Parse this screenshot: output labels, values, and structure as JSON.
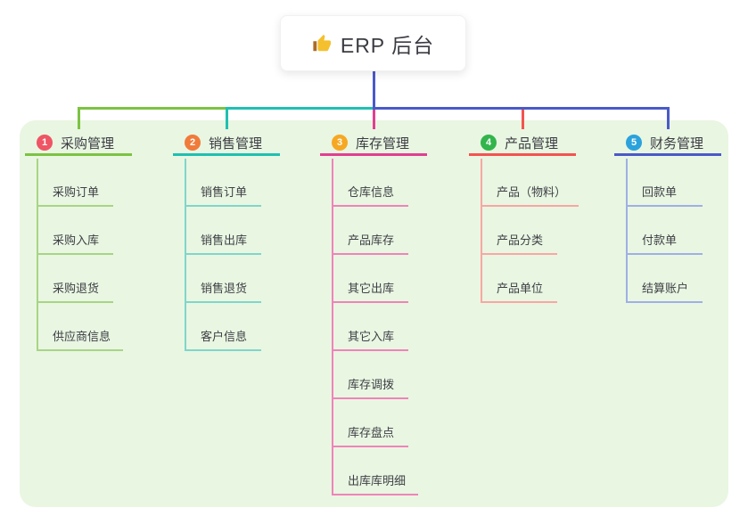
{
  "root": {
    "title": "ERP 后台",
    "icon": "thumbs-up-icon"
  },
  "panel_bg": "#e9f6e2",
  "connector": {
    "trunk_color": "#4a5ac9"
  },
  "branches": [
    {
      "num": "1",
      "label": "采购管理",
      "badge_color": "#ee5565",
      "line_color": "#7cc342",
      "line_light": "#a7d584",
      "children": [
        "采购订单",
        "采购入库",
        "采购退货",
        "供应商信息"
      ]
    },
    {
      "num": "2",
      "label": "销售管理",
      "badge_color": "#f07b3a",
      "line_color": "#1fc0b1",
      "line_light": "#7fd6ca",
      "children": [
        "销售订单",
        "销售出库",
        "销售退货",
        "客户信息"
      ]
    },
    {
      "num": "3",
      "label": "库存管理",
      "badge_color": "#f6a823",
      "line_color": "#e23e91",
      "line_light": "#ef84b9",
      "children": [
        "仓库信息",
        "产品库存",
        "其它出库",
        "其它入库",
        "库存调拨",
        "库存盘点",
        "出库库明细"
      ]
    },
    {
      "num": "4",
      "label": "产品管理",
      "badge_color": "#32b54c",
      "line_color": "#f45350",
      "line_light": "#f8a7a3",
      "children": [
        "产品（物料）",
        "产品分类",
        "产品单位"
      ]
    },
    {
      "num": "5",
      "label": "财务管理",
      "badge_color": "#2ba2dc",
      "line_color": "#4a5ac9",
      "line_light": "#9fb0e4",
      "children": [
        "回款单",
        "付款单",
        "结算账户"
      ]
    }
  ]
}
